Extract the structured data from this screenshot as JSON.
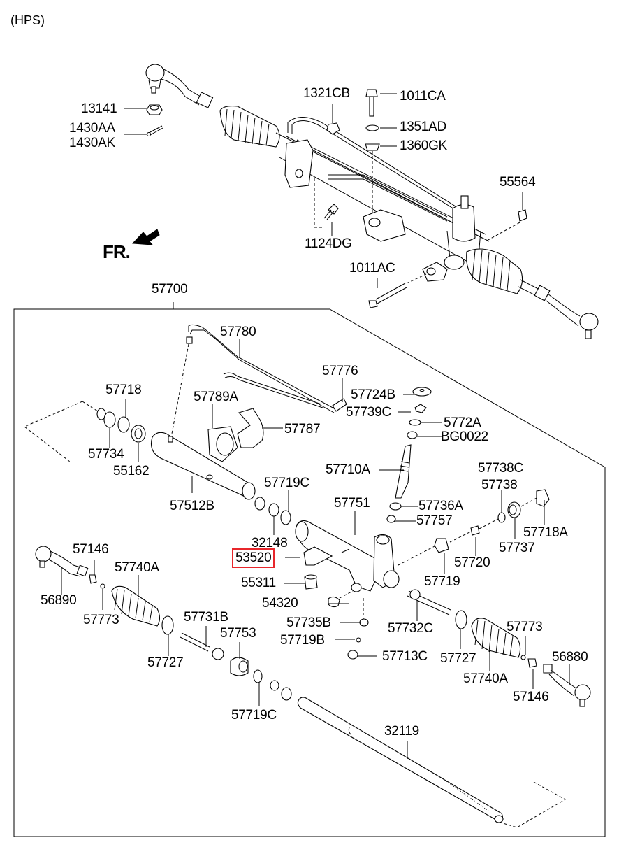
{
  "diagram": {
    "title": "(HPS)",
    "direction_label": "FR.",
    "highlight_color": "#e8262b",
    "highlighted_part": "53520",
    "assembly_label": "57700",
    "upper_labels": {
      "p13141": "13141",
      "p1430AA": "1430AA",
      "p1430AK": "1430AK",
      "p1321CB": "1321CB",
      "p1011CA": "1011CA",
      "p1351AD": "1351AD",
      "p1360GK": "1360GK",
      "p55564": "55564",
      "p1124DG": "1124DG",
      "p1011AC": "1011AC"
    },
    "lower_labels": {
      "p57780": "57780",
      "p57776": "57776",
      "p57718": "57718",
      "p57789A": "57789A",
      "p57724B": "57724B",
      "p57739C": "57739C",
      "p5772A": "5772A",
      "p57787": "57787",
      "pBG0022": "BG0022",
      "p57734": "57734",
      "p55162": "55162",
      "p57710A": "57710A",
      "p57738C": "57738C",
      "p57738": "57738",
      "p57719C_top": "57719C",
      "p57512B": "57512B",
      "p57751": "57751",
      "p57736A": "57736A",
      "p57718A": "57718A",
      "p57757": "57757",
      "p57737": "57737",
      "p32148": "32148",
      "p57146_l": "57146",
      "p57740A_l": "57740A",
      "p53520": "53520",
      "p57720": "57720",
      "p55311": "55311",
      "p57719": "57719",
      "p56890": "56890",
      "p54320": "54320",
      "p57773_l": "57773",
      "p57731B": "57731B",
      "p57735B": "57735B",
      "p57732C": "57732C",
      "p57773_r": "57773",
      "p57753": "57753",
      "p57719B": "57719B",
      "p56880": "56880",
      "p57727_l": "57727",
      "p57713C": "57713C",
      "p57727_r": "57727",
      "p57740A_r": "57740A",
      "p57146_r": "57146",
      "p57719C_bot": "57719C",
      "p32119": "32119"
    }
  }
}
